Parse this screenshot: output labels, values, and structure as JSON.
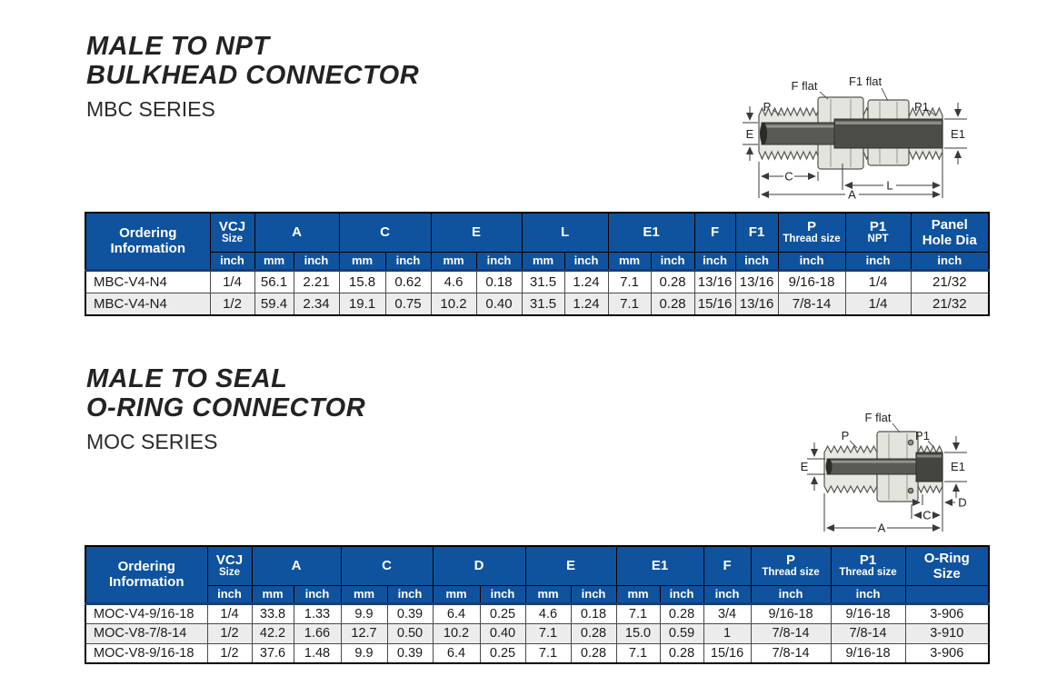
{
  "colors": {
    "header_blue": "#0F539F",
    "alt_row": "#ECECEC",
    "navy_divider": "#1A3C74"
  },
  "units": {
    "mm": "mm",
    "inch": "inch"
  },
  "section1": {
    "title_line1": "MALE TO NPT",
    "title_line2": "BULKHEAD CONNECTOR",
    "series": "MBC SERIES"
  },
  "section2": {
    "title_line1": "MALE TO SEAL",
    "title_line2": "O-RING CONNECTOR",
    "series": "MOC SERIES"
  },
  "mbc": {
    "headers": {
      "ordering": "Ordering Information",
      "vcj": "VCJ",
      "vcj_sub": "Size",
      "a": "A",
      "c": "C",
      "e": "E",
      "l": "L",
      "e1": "E1",
      "f": "F",
      "f1": "F1",
      "p": "P",
      "p_sub": "Thread size",
      "p1": "P1",
      "p1_sub": "NPT",
      "panel": "Panel",
      "panel_sub": "Hole Dia"
    },
    "rows": [
      [
        "MBC-V4-N4",
        "1/4",
        "56.1",
        "2.21",
        "15.8",
        "0.62",
        "4.6",
        "0.18",
        "31.5",
        "1.24",
        "7.1",
        "0.28",
        "13/16",
        "13/16",
        "9/16-18",
        "1/4",
        "21/32"
      ],
      [
        "MBC-V4-N4",
        "1/2",
        "59.4",
        "2.34",
        "19.1",
        "0.75",
        "10.2",
        "0.40",
        "31.5",
        "1.24",
        "7.1",
        "0.28",
        "15/16",
        "13/16",
        "7/8-14",
        "1/4",
        "21/32"
      ]
    ],
    "diagram": {
      "p": "P",
      "f_flat": "F flat",
      "f1_flat": "F1 flat",
      "p1": "P1",
      "e": "E",
      "e1": "E1",
      "c": "C",
      "l": "L",
      "a": "A"
    }
  },
  "moc": {
    "headers": {
      "ordering": "Ordering Information",
      "vcj": "VCJ",
      "vcj_sub": "Size",
      "a": "A",
      "c": "C",
      "d": "D",
      "e": "E",
      "e1": "E1",
      "f": "F",
      "p": "P",
      "p_sub": "Thread size",
      "p1": "P1",
      "p1_sub": "Thread size",
      "oring": "O-Ring",
      "oring_sub": "Size"
    },
    "rows": [
      [
        "MOC-V4-9/16-18",
        "1/4",
        "33.8",
        "1.33",
        "9.9",
        "0.39",
        "6.4",
        "0.25",
        "4.6",
        "0.18",
        "7.1",
        "0.28",
        "3/4",
        "9/16-18",
        "9/16-18",
        "3-906"
      ],
      [
        "MOC-V8-7/8-14",
        "1/2",
        "42.2",
        "1.66",
        "12.7",
        "0.50",
        "10.2",
        "0.40",
        "7.1",
        "0.28",
        "15.0",
        "0.59",
        "1",
        "7/8-14",
        "7/8-14",
        "3-910"
      ],
      [
        "MOC-V8-9/16-18",
        "1/2",
        "37.6",
        "1.48",
        "9.9",
        "0.39",
        "6.4",
        "0.25",
        "7.1",
        "0.28",
        "7.1",
        "0.28",
        "15/16",
        "7/8-14",
        "9/16-18",
        "3-906"
      ]
    ],
    "diagram": {
      "f_flat": "F flat",
      "p": "P",
      "p1": "P1",
      "e": "E",
      "e1": "E1",
      "d": "D",
      "c": "C",
      "a": "A"
    }
  }
}
